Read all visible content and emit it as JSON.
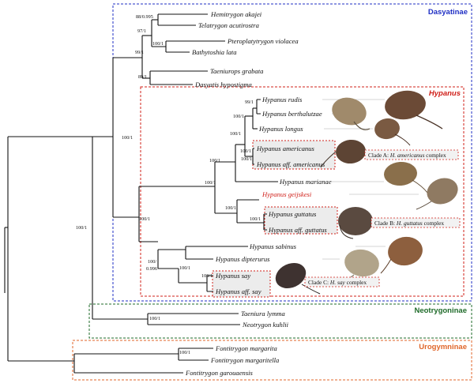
{
  "subfamilies": {
    "dasyatinae": {
      "label": "Dasyatinae",
      "color": "#1f2fc4"
    },
    "hypanus": {
      "label": "Hypanus",
      "color": "#d0201a"
    },
    "neotrygoninae": {
      "label": "Neotrygoninae",
      "color": "#1f6b2a"
    },
    "urogymninae": {
      "label": "Urogymninae",
      "color": "#e0662a"
    }
  },
  "taxa": {
    "akajei": "Hemitrygon akajei",
    "acutirostra": "Telatrygon acutirostra",
    "violacea": "Pteroplatytrygon violacea",
    "lata": "Bathytoshia lata",
    "grabata": "Taeniurops grabata",
    "hypostigma": "Dasyatis hypostigma",
    "rudis": "Hypanus rudis",
    "berthalutzae": "Hypanus berthalutzae",
    "longus": "Hypanus longus",
    "americanus": "Hypanus americanus",
    "aff_americanus": "Hypanus aff. americanus",
    "marianae": "Hypanus marianae",
    "geijskesi": "Hypanus geijskesi",
    "guttatus": "Hypanus guttatus",
    "aff_guttatus": "Hypanus aff. guttatus",
    "sabinus": "Hypanus sabinus",
    "dipterurus": "Hypanus dipterurus",
    "say": "Hypanus say",
    "aff_say": "Hypanus aff. say",
    "lymma": "Taeniura lymma",
    "kuhlii": "Neotrygon kuhlii",
    "margarita": "Fontitrygon margarita",
    "margaritella": "Fontitrygon margaritella",
    "garouaensis": "Fontitrygon garouaensis"
  },
  "highlight_color": "#d0201a",
  "supports": {
    "s1": "88/0.995",
    "s2": "97/1",
    "s3": "100/1",
    "s4": "99/1",
    "s5": "89/1",
    "s6": "99/1",
    "s7": "100/1",
    "s8": "100/1",
    "s9": "100/1",
    "s10": "100/1",
    "s11": "100/1",
    "s12": "100/1",
    "s13": "100/1",
    "s14": "100/1",
    "s15_a": "100/",
    "s15_b": "0.996",
    "s16": "100/1",
    "s17": "100/1",
    "s18": "100/1",
    "s19": "100/1",
    "s20": "100/1",
    "s21": "100/1",
    "s22": "100/1"
  },
  "complexes": {
    "a_prefix": "Clade A: ",
    "a_name": "H. americanus",
    "a_suffix": " complex",
    "b_prefix": "Clade B: ",
    "b_name": "H. guttatus",
    "b_suffix": " complex",
    "c_prefix": "Clade C: ",
    "c_name": "H. say",
    "c_suffix": " complex"
  }
}
